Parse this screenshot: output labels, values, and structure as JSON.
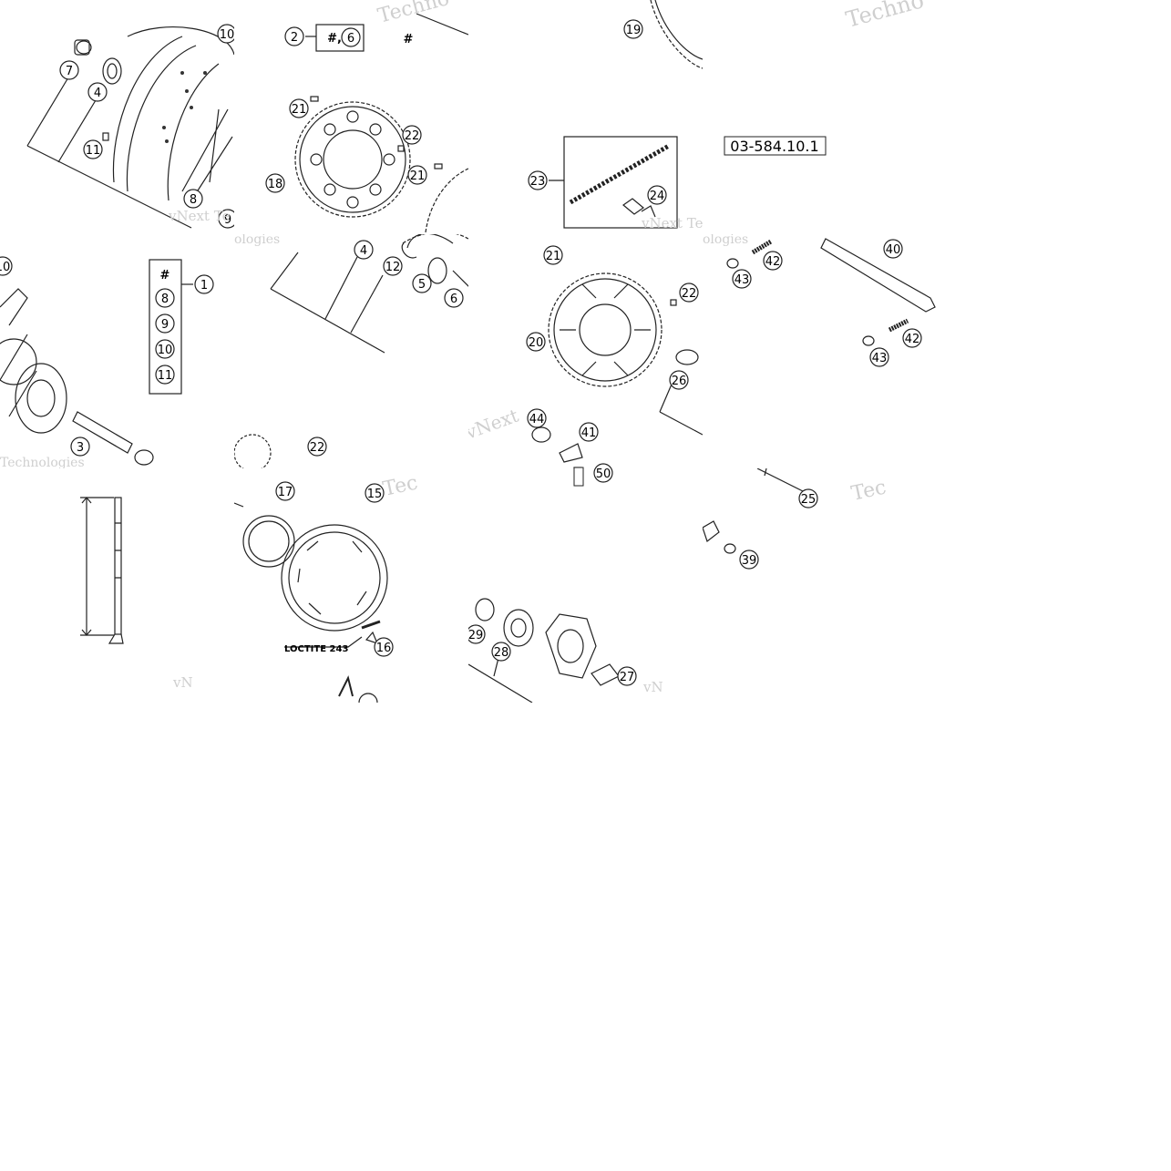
{
  "watermark": {
    "word1": "Techno",
    "word2": "vNext",
    "word3": "Technologies",
    "word4": "vNext Te",
    "word5": "ologies",
    "word6": "Tec",
    "word7": "vN"
  },
  "labels": {
    "n1": "1",
    "n2": "2",
    "n3": "3",
    "n4": "4",
    "n5": "5",
    "n6": "6",
    "n7": "7",
    "n8": "8",
    "n9": "9",
    "n10": "10",
    "n11": "11",
    "n12": "12",
    "n15": "15",
    "n16": "16",
    "n17": "17",
    "n18": "18",
    "n19": "19",
    "n20": "20",
    "n21": "21",
    "n22": "22",
    "n23": "23",
    "n24": "24",
    "n25": "25",
    "n26": "26",
    "n27": "27",
    "n28": "28",
    "n29": "29",
    "n39": "39",
    "n40": "40",
    "n41": "41",
    "n42": "42",
    "n43": "43",
    "n44": "44",
    "n50": "50",
    "hash": "#",
    "hash_comma": "#,",
    "part_number": "03-584.10.1",
    "loctite": "LOCTITE 243"
  }
}
